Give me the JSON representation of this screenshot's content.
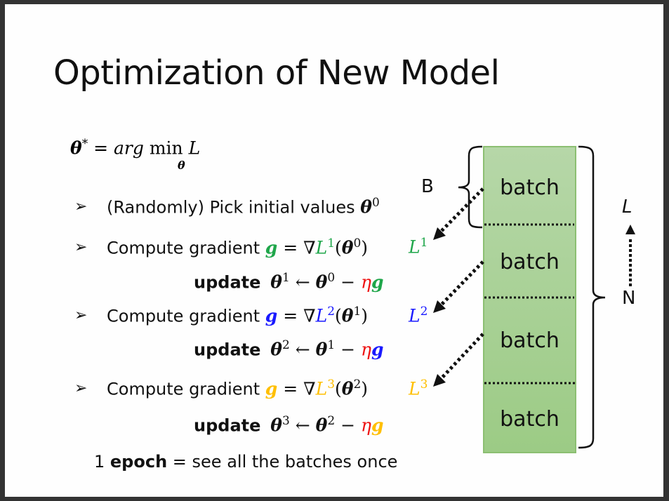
{
  "slide": {
    "title": "Optimization of New Model",
    "objective": {
      "lhs": "θ",
      "lhs_sup": "*",
      "eq": " = ",
      "arg": "arg",
      "min": " min",
      "var": "L",
      "min_sub": "θ"
    },
    "steps": [
      {
        "bullet": "➢",
        "text": "(Randomly) Pick initial values ",
        "math": "θ",
        "sup": "0"
      },
      {
        "bullet": "➢",
        "text": "Compute gradient ",
        "g": "g",
        "eq": " = ∇",
        "L": "L",
        "L_sup": "1",
        "arg_open": "(",
        "theta": "θ",
        "theta_sup": "0",
        "arg_close": ")",
        "color": "#1fa64a",
        "side_label": "L",
        "side_sup": "1"
      },
      {
        "bullet": "➢",
        "text": "Compute gradient ",
        "g": "g",
        "eq": " = ∇",
        "L": "L",
        "L_sup": "2",
        "arg_open": "(",
        "theta": "θ",
        "theta_sup": "1",
        "arg_close": ")",
        "color": "#1a1aff",
        "side_label": "L",
        "side_sup": "2"
      },
      {
        "bullet": "➢",
        "text": "Compute gradient ",
        "g": "g",
        "eq": " = ∇",
        "L": "L",
        "L_sup": "3",
        "arg_open": "(",
        "theta": "θ",
        "theta_sup": "2",
        "arg_close": ")",
        "color": "#ffbf00",
        "side_label": "L",
        "side_sup": "3"
      }
    ],
    "updates": [
      {
        "label": "update",
        "new": "θ",
        "new_sup": "1",
        "arrow": " ← ",
        "old": "θ",
        "old_sup": "0",
        "minus": " − ",
        "eta": "η",
        "g": "g",
        "g_color": "#1fa64a"
      },
      {
        "label": "update",
        "new": "θ",
        "new_sup": "2",
        "arrow": " ← ",
        "old": "θ",
        "old_sup": "1",
        "minus": " − ",
        "eta": "η",
        "g": "g",
        "g_color": "#1a1aff"
      },
      {
        "label": "update",
        "new": "θ",
        "new_sup": "3",
        "arrow": " ← ",
        "old": "θ",
        "old_sup": "2",
        "minus": " − ",
        "eta": "η",
        "g": "g",
        "g_color": "#ffbf00"
      }
    ],
    "epoch_note": {
      "prefix": "1 ",
      "bold": "epoch",
      "suffix": " = see all the batches once"
    },
    "diagram": {
      "batches": [
        "batch",
        "batch",
        "batch",
        "batch"
      ],
      "batch_size_label": "B",
      "total_label": "N",
      "loss_label": "L",
      "fill_top": "#b6d7a8",
      "fill_bottom": "#9ccb85"
    },
    "colors": {
      "green": "#1fa64a",
      "blue": "#1a1aff",
      "yellow": "#ffbf00",
      "red": "#ee1111"
    }
  }
}
